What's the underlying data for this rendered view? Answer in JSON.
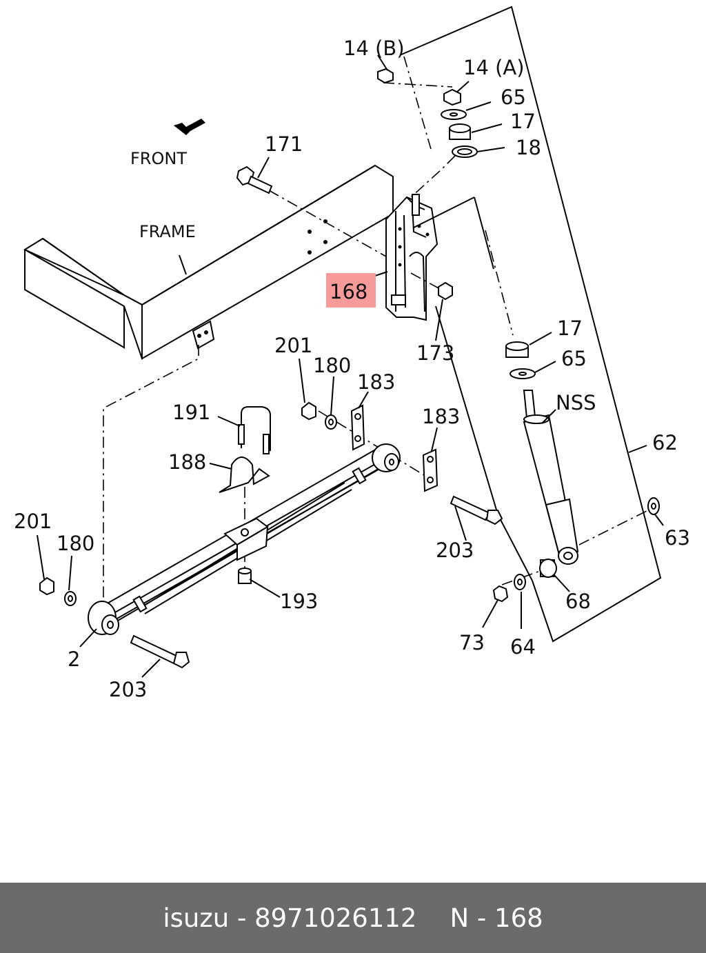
{
  "labels": {
    "front": "FRONT",
    "frame": "FRAME",
    "p171": "171",
    "p14b": "14 (B)",
    "p14a": "14 (A)",
    "p65a": "65",
    "p17a": "17",
    "p18": "18",
    "p168": "168",
    "p173": "173",
    "p17b": "17",
    "p65b": "65",
    "nss": "NSS",
    "p62": "62",
    "p63": "63",
    "p201a": "201",
    "p180a": "180",
    "p183a": "183",
    "p183b": "183",
    "p191": "191",
    "p188": "188",
    "p203a": "203",
    "p201b": "201",
    "p180b": "180",
    "p193": "193",
    "p68": "68",
    "p73": "73",
    "p64": "64",
    "p2": "2",
    "p203b": "203"
  },
  "highlight_color": "#f79a9a",
  "footer": {
    "brand_part": "isuzu - 8971026112",
    "ref": "N - 168"
  }
}
